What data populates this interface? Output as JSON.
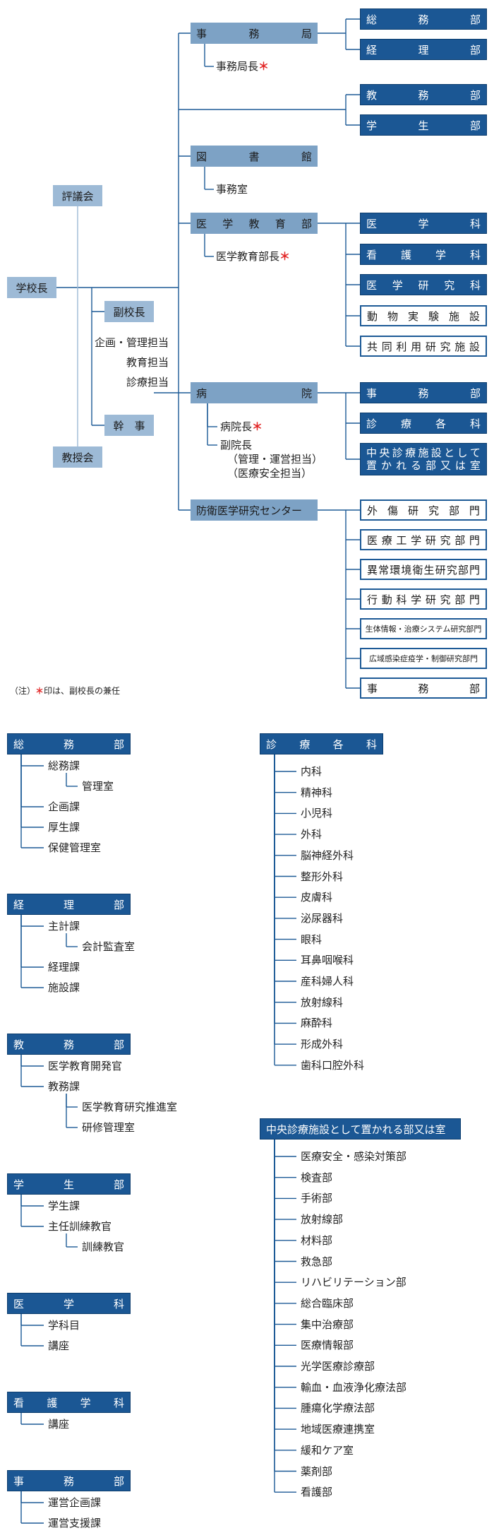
{
  "top": {
    "president": "学校長",
    "council": "評議会",
    "faculty_meeting": "教授会",
    "vice_president": "副校長",
    "vp_roles": [
      "企画・管理担当",
      "教育担当",
      "診療担当"
    ],
    "secretary": "幹　事",
    "secretariat": "事務局",
    "secretariat_head": "事務局長",
    "library": "図書館",
    "library_office": "事務室",
    "medical_education": "医学教育部",
    "medical_education_head": "医学教育部長",
    "hospital": "病院",
    "hospital_director": "病院長",
    "hospital_deputy": "副院長",
    "hospital_deputy_roles": [
      "（管理・運営担当）",
      "（医療安全担当）"
    ],
    "research_center": "防衛医学研究センター",
    "asterisk": "＊",
    "note_prefix": "（注）",
    "note_text": "印は、副校長の兼任"
  },
  "right": {
    "secretariat_units": [
      "総務部",
      "経理部"
    ],
    "education_units": [
      "教務部",
      "学生部"
    ],
    "med_ed_units": [
      "医学科",
      "看護学科",
      "医学研究科",
      "動物実験施設",
      "共同利用研究施設"
    ],
    "hospital_units": [
      "事務部",
      "診療各科"
    ],
    "hospital_central": [
      "中央診療施設として",
      "置かれる部又は室"
    ],
    "research_units": [
      "外傷研究部門",
      "医療工学研究部門",
      "異常環境衛生研究部門",
      "行動科学研究部門",
      "生体情報・治療システム研究部門",
      "広域感染症疫学・制御研究部門",
      "事務部"
    ]
  },
  "bottom_left": [
    {
      "title": "総務部",
      "items": [
        {
          "text": "総務課",
          "level": 1
        },
        {
          "text": "管理室",
          "level": 2
        },
        {
          "text": "企画課",
          "level": 1
        },
        {
          "text": "厚生課",
          "level": 1
        },
        {
          "text": "保健管理室",
          "level": 1
        }
      ]
    },
    {
      "title": "経理部",
      "items": [
        {
          "text": "主計課",
          "level": 1
        },
        {
          "text": "会計監査室",
          "level": 2
        },
        {
          "text": "経理課",
          "level": 1
        },
        {
          "text": "施設課",
          "level": 1
        }
      ]
    },
    {
      "title": "教務部",
      "items": [
        {
          "text": "医学教育開発官",
          "level": 1
        },
        {
          "text": "教務課",
          "level": 1
        },
        {
          "text": "医学教育研究推進室",
          "level": 2
        },
        {
          "text": "研修管理室",
          "level": 2
        }
      ]
    },
    {
      "title": "学生部",
      "items": [
        {
          "text": "学生課",
          "level": 1
        },
        {
          "text": "主任訓練教官",
          "level": 1
        },
        {
          "text": "訓練教官",
          "level": 2
        }
      ]
    },
    {
      "title": "医学科",
      "items": [
        {
          "text": "学科目",
          "level": 1
        },
        {
          "text": "講座",
          "level": 1
        }
      ]
    },
    {
      "title": "看護学科",
      "items": [
        {
          "text": "講座",
          "level": 1
        }
      ]
    },
    {
      "title": "事務部",
      "items": [
        {
          "text": "運営企画課",
          "level": 1
        },
        {
          "text": "運営支援課",
          "level": 1
        }
      ]
    }
  ],
  "bottom_right": [
    {
      "title": "診療各科",
      "items": [
        "内科",
        "精神科",
        "小児科",
        "外科",
        "脳神経外科",
        "整形外科",
        "皮膚科",
        "泌尿器科",
        "眼科",
        "耳鼻咽喉科",
        "産科婦人科",
        "放射線科",
        "麻酔科",
        "形成外科",
        "歯科口腔外科"
      ]
    },
    {
      "title": "中央診療施設として置かれる部又は室",
      "items": [
        "医療安全・感染対策部",
        "検査部",
        "手術部",
        "放射線部",
        "材料部",
        "救急部",
        "リハビリテーション部",
        "総合臨床部",
        "集中治療部",
        "医療情報部",
        "光学医療診療部",
        "輸血・血液浄化療法部",
        "腫瘍化学療法部",
        "地域医療連携室",
        "緩和ケア室",
        "薬剤部",
        "看護部"
      ]
    }
  ],
  "colors": {
    "dark_blue": "#1b5794",
    "mid_blue": "#7da2c5",
    "light_blue": "#9dbad6",
    "line": "#1d5a96",
    "asterisk": "#e22626"
  }
}
